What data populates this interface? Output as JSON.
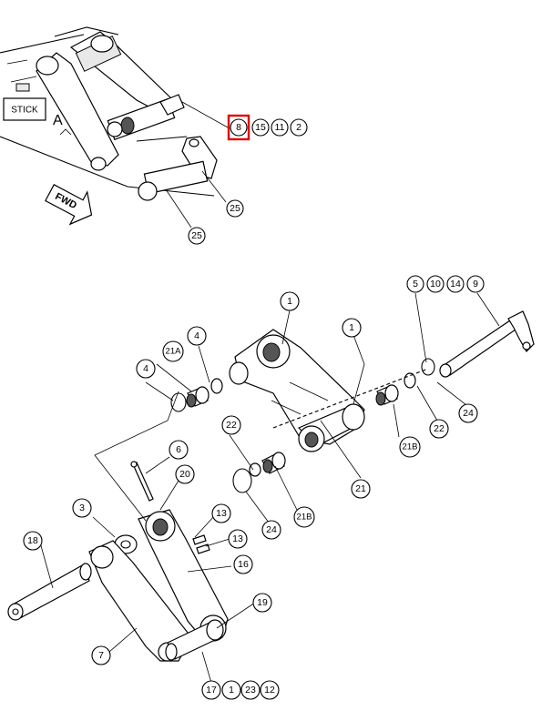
{
  "top_view": {
    "stick_label": "STICK",
    "view_label": "A",
    "fwd_label": "FWD",
    "callouts": [
      {
        "id": "c-8",
        "text": "8",
        "highlighted": true
      },
      {
        "id": "c-15",
        "text": "15"
      },
      {
        "id": "c-11a",
        "text": "11"
      },
      {
        "id": "c-2",
        "text": "2"
      },
      {
        "id": "c-25a",
        "text": "25"
      },
      {
        "id": "c-25b",
        "text": "25"
      }
    ]
  },
  "exploded_view": {
    "callouts": [
      {
        "id": "c-5",
        "text": "5"
      },
      {
        "id": "c-10",
        "text": "10"
      },
      {
        "id": "c-14",
        "text": "14"
      },
      {
        "id": "c-9",
        "text": "9"
      },
      {
        "id": "c-1a",
        "text": "1"
      },
      {
        "id": "c-1b",
        "text": "1"
      },
      {
        "id": "c-4a",
        "text": "4"
      },
      {
        "id": "c-21a",
        "text": "21A"
      },
      {
        "id": "c-4b",
        "text": "4"
      },
      {
        "id": "c-24a",
        "text": "24"
      },
      {
        "id": "c-22a",
        "text": "22"
      },
      {
        "id": "c-21b-right",
        "text": "21B"
      },
      {
        "id": "c-22b",
        "text": "22"
      },
      {
        "id": "c-21",
        "text": "21"
      },
      {
        "id": "c-6",
        "text": "6"
      },
      {
        "id": "c-20",
        "text": "20"
      },
      {
        "id": "c-21b-left",
        "text": "21B"
      },
      {
        "id": "c-24b",
        "text": "24"
      },
      {
        "id": "c-3",
        "text": "3"
      },
      {
        "id": "c-13a",
        "text": "13"
      },
      {
        "id": "c-13b",
        "text": "13"
      },
      {
        "id": "c-18",
        "text": "18"
      },
      {
        "id": "c-16",
        "text": "16"
      },
      {
        "id": "c-19",
        "text": "19"
      },
      {
        "id": "c-7",
        "text": "7"
      },
      {
        "id": "c-17",
        "text": "17"
      },
      {
        "id": "c-1c",
        "text": "1"
      },
      {
        "id": "c-23",
        "text": "23"
      },
      {
        "id": "c-12",
        "text": "12"
      }
    ]
  },
  "colors": {
    "highlight": "#e00000",
    "line": "#000000"
  }
}
